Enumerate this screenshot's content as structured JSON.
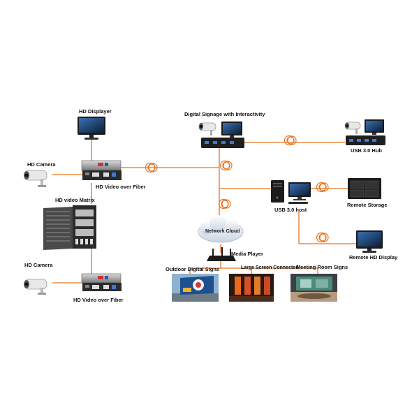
{
  "labels": {
    "hd_displayer": "HD Displayer",
    "hd_camera_top": "HD Camera",
    "hd_video_over_fiber_top": "HD Video over Fiber",
    "hd_video_matrix": "HD video Matrix",
    "hd_camera_bottom": "HD Camera",
    "hd_video_over_fiber_bottom": "HD Video over Fiber",
    "digital_signage": "Digital Signage with Interactivity",
    "usb_hub": "USB 3.0 Hub",
    "usb_host": "USB 3.0 host",
    "remote_storage": "Remote Storage",
    "remote_hd_display": "Remote HD Display",
    "network_cloud": "Network Cloud",
    "media_player": "Media Player",
    "outdoor_signs": "Outdoor Digital Signs",
    "large_screen": "Large Screen Connected",
    "meeting_room": "Meeting Room Signs"
  },
  "colors": {
    "fiber_line": "#e8731f",
    "device_dark": "#1d1d1d",
    "device_gray": "#8a8a8a"
  },
  "icons": [
    "monitor-icon",
    "camera-icon",
    "fiber-transceiver-icon",
    "video-matrix-icon",
    "usb-hub-icon",
    "pc-tower-icon",
    "storage-icon",
    "router-icon",
    "cloud-icon",
    "fiber-coil-icon"
  ]
}
